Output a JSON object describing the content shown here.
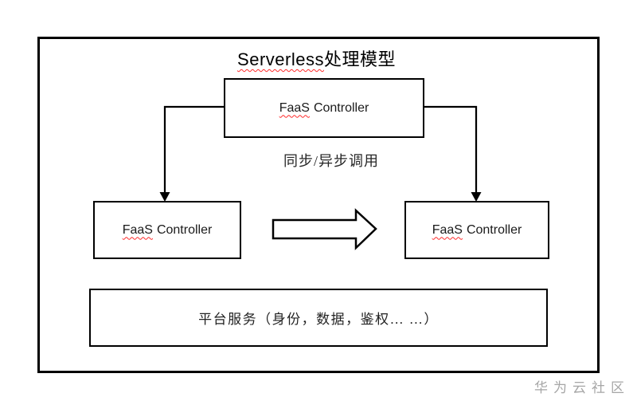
{
  "title": {
    "part_latin": "Serverless",
    "part_cjk": "处理模型"
  },
  "boxes": {
    "top": {
      "word1": "FaaS",
      "word2": "Controller"
    },
    "left": {
      "word1": "FaaS",
      "word2": "Controller"
    },
    "right": {
      "word1": "FaaS",
      "word2": "Controller"
    },
    "bottom": {
      "label": "平台服务（身份，数据，鉴权… …）"
    }
  },
  "labels": {
    "call_mode": "同步/异步调用"
  },
  "watermark": {
    "text": "华为云社区"
  },
  "colors": {
    "line": "#000000",
    "spellcheck_underline": "#ff2a2a",
    "watermark_gray": "#a6a6a6",
    "background": "#ffffff"
  }
}
